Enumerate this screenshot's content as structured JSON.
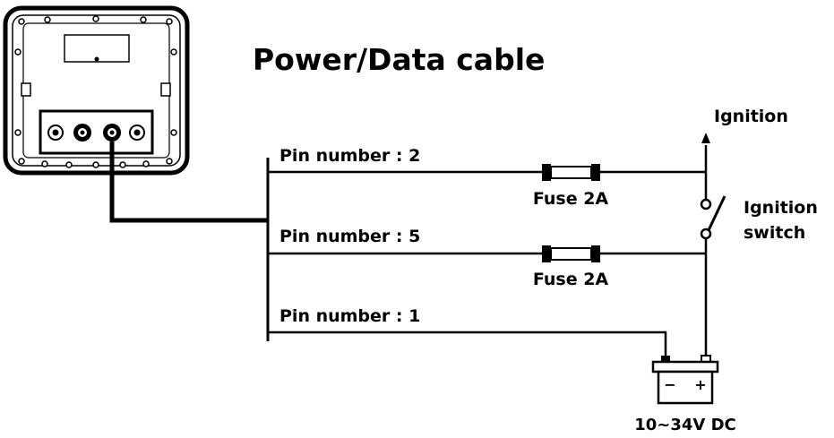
{
  "title": "Power/Data cable",
  "pins": [
    {
      "label": "Pin number : 2"
    },
    {
      "label": "Pin number : 5"
    },
    {
      "label": "Pin number : 1"
    }
  ],
  "fuses": [
    {
      "label": "Fuse 2A"
    },
    {
      "label": "Fuse 2A"
    }
  ],
  "ignition": {
    "label": "Ignition"
  },
  "ignition_switch": {
    "line1": "Ignition",
    "line2": "switch"
  },
  "battery": {
    "minus": "−",
    "plus": "+",
    "voltage": "10~34V DC"
  }
}
